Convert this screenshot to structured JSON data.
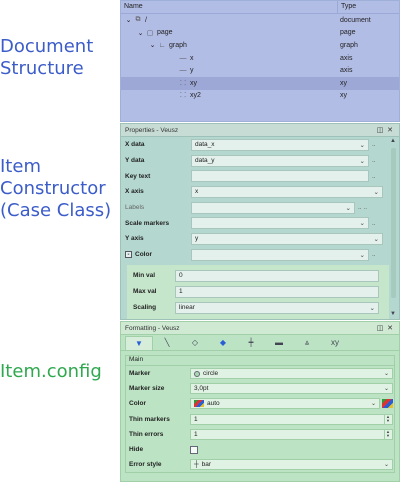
{
  "labels": {
    "document": [
      "Document",
      "Structure"
    ],
    "item": [
      "Item",
      "Constructor",
      "(Case Class)"
    ],
    "config": "Item.config"
  },
  "tree": {
    "col_name": "Name",
    "col_type": "Type",
    "rows": [
      {
        "name": "/",
        "type": "document",
        "indent": 0,
        "twisty": "⌄",
        "icon": "pages-icon"
      },
      {
        "name": "page",
        "type": "page",
        "indent": 1,
        "twisty": "⌄",
        "icon": "page-icon"
      },
      {
        "name": "graph",
        "type": "graph",
        "indent": 2,
        "twisty": "⌄",
        "icon": "graph-icon"
      },
      {
        "name": "x",
        "type": "axis",
        "indent": 3,
        "twisty": "",
        "icon": "axis-icon"
      },
      {
        "name": "y",
        "type": "axis",
        "indent": 3,
        "twisty": "",
        "icon": "axis-icon"
      },
      {
        "name": "xy",
        "type": "xy",
        "indent": 3,
        "twisty": "",
        "icon": "xy-icon",
        "selected": true
      },
      {
        "name": "xy2",
        "type": "xy",
        "indent": 3,
        "twisty": "",
        "icon": "xy-icon"
      }
    ]
  },
  "properties": {
    "title": "Properties - Veusz",
    "rows": [
      {
        "label": "X data",
        "value": "data_x",
        "dropdown": true,
        "extra": ".."
      },
      {
        "label": "Y data",
        "value": "data_y",
        "dropdown": true,
        "extra": ".."
      },
      {
        "label": "Key text",
        "value": "",
        "dropdown": false,
        "extra": ".."
      },
      {
        "label": "X axis",
        "value": "x",
        "dropdown": true,
        "extra": ""
      },
      {
        "label": "Labels",
        "value": "",
        "dropdown": true,
        "extra": ".. ..",
        "light": true
      },
      {
        "label": "Scale markers",
        "value": "",
        "dropdown": true,
        "extra": ".."
      },
      {
        "label": "Y axis",
        "value": "y",
        "dropdown": true,
        "extra": ""
      },
      {
        "label": "Color",
        "value": "",
        "dropdown": true,
        "extra": "..",
        "expander": "-"
      }
    ],
    "sub": [
      {
        "label": "Min val",
        "value": "0"
      },
      {
        "label": "Max val",
        "value": "1"
      },
      {
        "label": "Scaling",
        "value": "linear",
        "dropdown": true
      }
    ]
  },
  "formatting": {
    "title": "Formatting - Veusz",
    "tabs": [
      {
        "glyph": "▼",
        "icon": "main-format-icon",
        "active": true
      },
      {
        "glyph": "╲",
        "icon": "plot-line-icon"
      },
      {
        "glyph": "◇",
        "icon": "marker-border-icon"
      },
      {
        "glyph": "◆",
        "icon": "marker-fill-icon"
      },
      {
        "glyph": "┿",
        "icon": "error-bar-icon"
      },
      {
        "glyph": "▬",
        "icon": "fill-below-icon"
      },
      {
        "glyph": "⩓",
        "icon": "fill-above-icon"
      },
      {
        "glyph": "xy",
        "icon": "label-icon"
      }
    ],
    "section": "Main",
    "rows": [
      {
        "label": "Marker",
        "value": "circle",
        "kind": "select",
        "prefix": "circle"
      },
      {
        "label": "Marker size",
        "value": "3,0pt",
        "kind": "select"
      },
      {
        "label": "Color",
        "value": "auto",
        "kind": "select",
        "prefix": "swatch",
        "button": true
      },
      {
        "label": "Thin markers",
        "value": "1",
        "kind": "spin"
      },
      {
        "label": "Thin errors",
        "value": "1",
        "kind": "spin"
      },
      {
        "label": "Hide",
        "value": "",
        "kind": "check"
      },
      {
        "label": "Error style",
        "value": "bar",
        "kind": "select",
        "prefix": "plus"
      }
    ]
  }
}
